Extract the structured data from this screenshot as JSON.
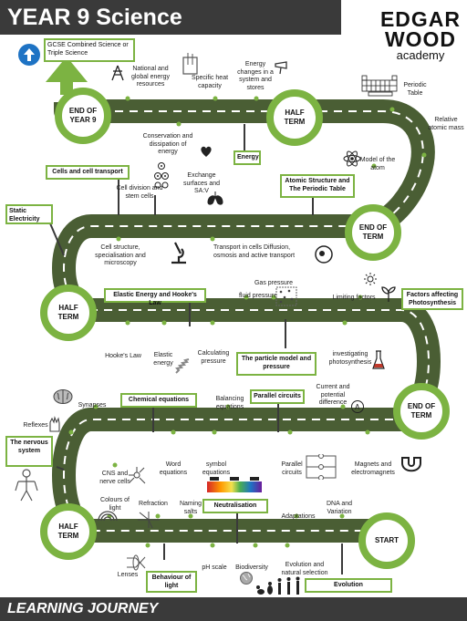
{
  "header": {
    "title": "YEAR 9 Science"
  },
  "footer": {
    "title": "LEARNING JOURNEY"
  },
  "logo": {
    "line1": "EDGAR",
    "line2": "WOOD",
    "line3": "academy"
  },
  "top_box": "GCSE Combined Science or Triple Science",
  "milestones": {
    "end_y9": "END OF YEAR 9",
    "half1": "HALF TERM",
    "end2": "END OF TERM",
    "half3": "HALF TERM",
    "end4": "END OF TERM",
    "half5": "HALF TERM",
    "start": "START"
  },
  "units": {
    "energy": "Energy",
    "cells": "Cells and cell transport",
    "atomic": "Atomic Structure and The Periodic Table",
    "static": "Static Electricity",
    "elastic": "Elastic Energy and Hooke's Law",
    "photosynthesis": "Factors affecting Photosynthesis",
    "particle": "The particle model and pressure",
    "chemical": "Chemical equations",
    "parallel": "Parallel circuits",
    "nervous": "The nervous system",
    "neutralisation": "Neutralisation",
    "behaviour": "Behaviour of light",
    "evolution": "Evolution"
  },
  "topics": {
    "national": "National and global energy resources",
    "specific_heat": "Specific heat capacity",
    "energy_changes": "Energy changes in a system and stores",
    "periodic": "Periodic Table",
    "relative": "Relative atomic mass",
    "conservation": "Conservation and dissipation of energy",
    "cell_division": "Cell division and stem cells",
    "exchange": "Exchange surfaces and SA:V",
    "model_atom": "Model of the atom",
    "cell_structure": "Cell structure, specialisation and microscopy",
    "transport": "Transport in cells Diffusion, osmosis and active transport",
    "gas_pressure": "Gas pressure",
    "fluid_pressure": "fluid pressure",
    "limiting": "Limiting factors",
    "hookes": "Hooke's Law",
    "elastic_energy": "Elastic energy",
    "calc_pressure": "Calculating pressure",
    "investigating": "investigating photosynthesis",
    "synapses": "Synapses",
    "balancing": "Balancing equations",
    "current": "Current and potential difference",
    "reflexes": "Reflexes",
    "word_eq": "Word equations",
    "symbol_eq": "symbol equations",
    "parallel_circ": "Parallel circuits",
    "magnets": "Magnets and electromagnets",
    "cns": "CNS and nerve cells",
    "colours": "Colours of light",
    "refraction": "Refraction",
    "naming": "Naming salts",
    "adaptations": "Adaptations",
    "dna": "DNA and Variation",
    "lenses": "Lenses",
    "ph": "pH scale",
    "biodiversity": "Biodiversity",
    "evo_nat": "Evolution and natural selection"
  },
  "colors": {
    "road": "#4a5e34",
    "accent": "#7cb342",
    "header": "#3a3a3a",
    "arrow": "#1e73c4"
  }
}
